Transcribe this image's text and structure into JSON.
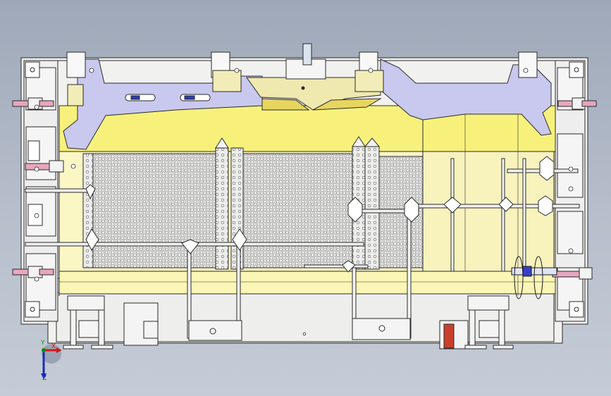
{
  "viewport": {
    "background_top": "#9ea8b8",
    "background_bottom": "#c5ccd7"
  },
  "colors": {
    "frame": "#f1f1f0",
    "frame_stroke": "#2a2a2a",
    "yellow_panel": "#fbf6b0",
    "yellow_band": "#f6f07a",
    "cream_panel": "#f7f2c6",
    "lavender": "#c9c8ee",
    "mesh_bg": "#d7d7d5",
    "pink_pin": "#e7a6be",
    "blue_part": "#3a3fc4",
    "triad_x": "#d01818",
    "triad_y": "#138a13",
    "triad_z": "#1a2bb8"
  },
  "icons": {
    "triad": "coordinate-axes-triad-icon"
  },
  "triad": {
    "x": "X",
    "y": "Y",
    "z": "Z"
  }
}
